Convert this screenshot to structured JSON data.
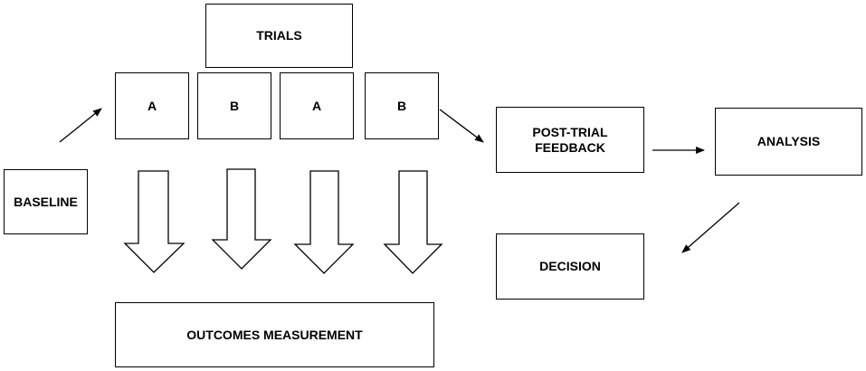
{
  "diagram": {
    "trials_label": "TRIALS",
    "phases": [
      {
        "label": "A"
      },
      {
        "label": "B"
      },
      {
        "label": "A"
      },
      {
        "label": "B"
      }
    ],
    "baseline_label": "BASELINE",
    "outcomes_label": "OUTCOMES MEASUREMENT",
    "feedback_label": "POST-TRIAL FEEDBACK",
    "analysis_label": "ANALYSIS",
    "decision_label": "DECISION"
  },
  "colors": {
    "stroke": "#000000",
    "background": "#ffffff"
  }
}
